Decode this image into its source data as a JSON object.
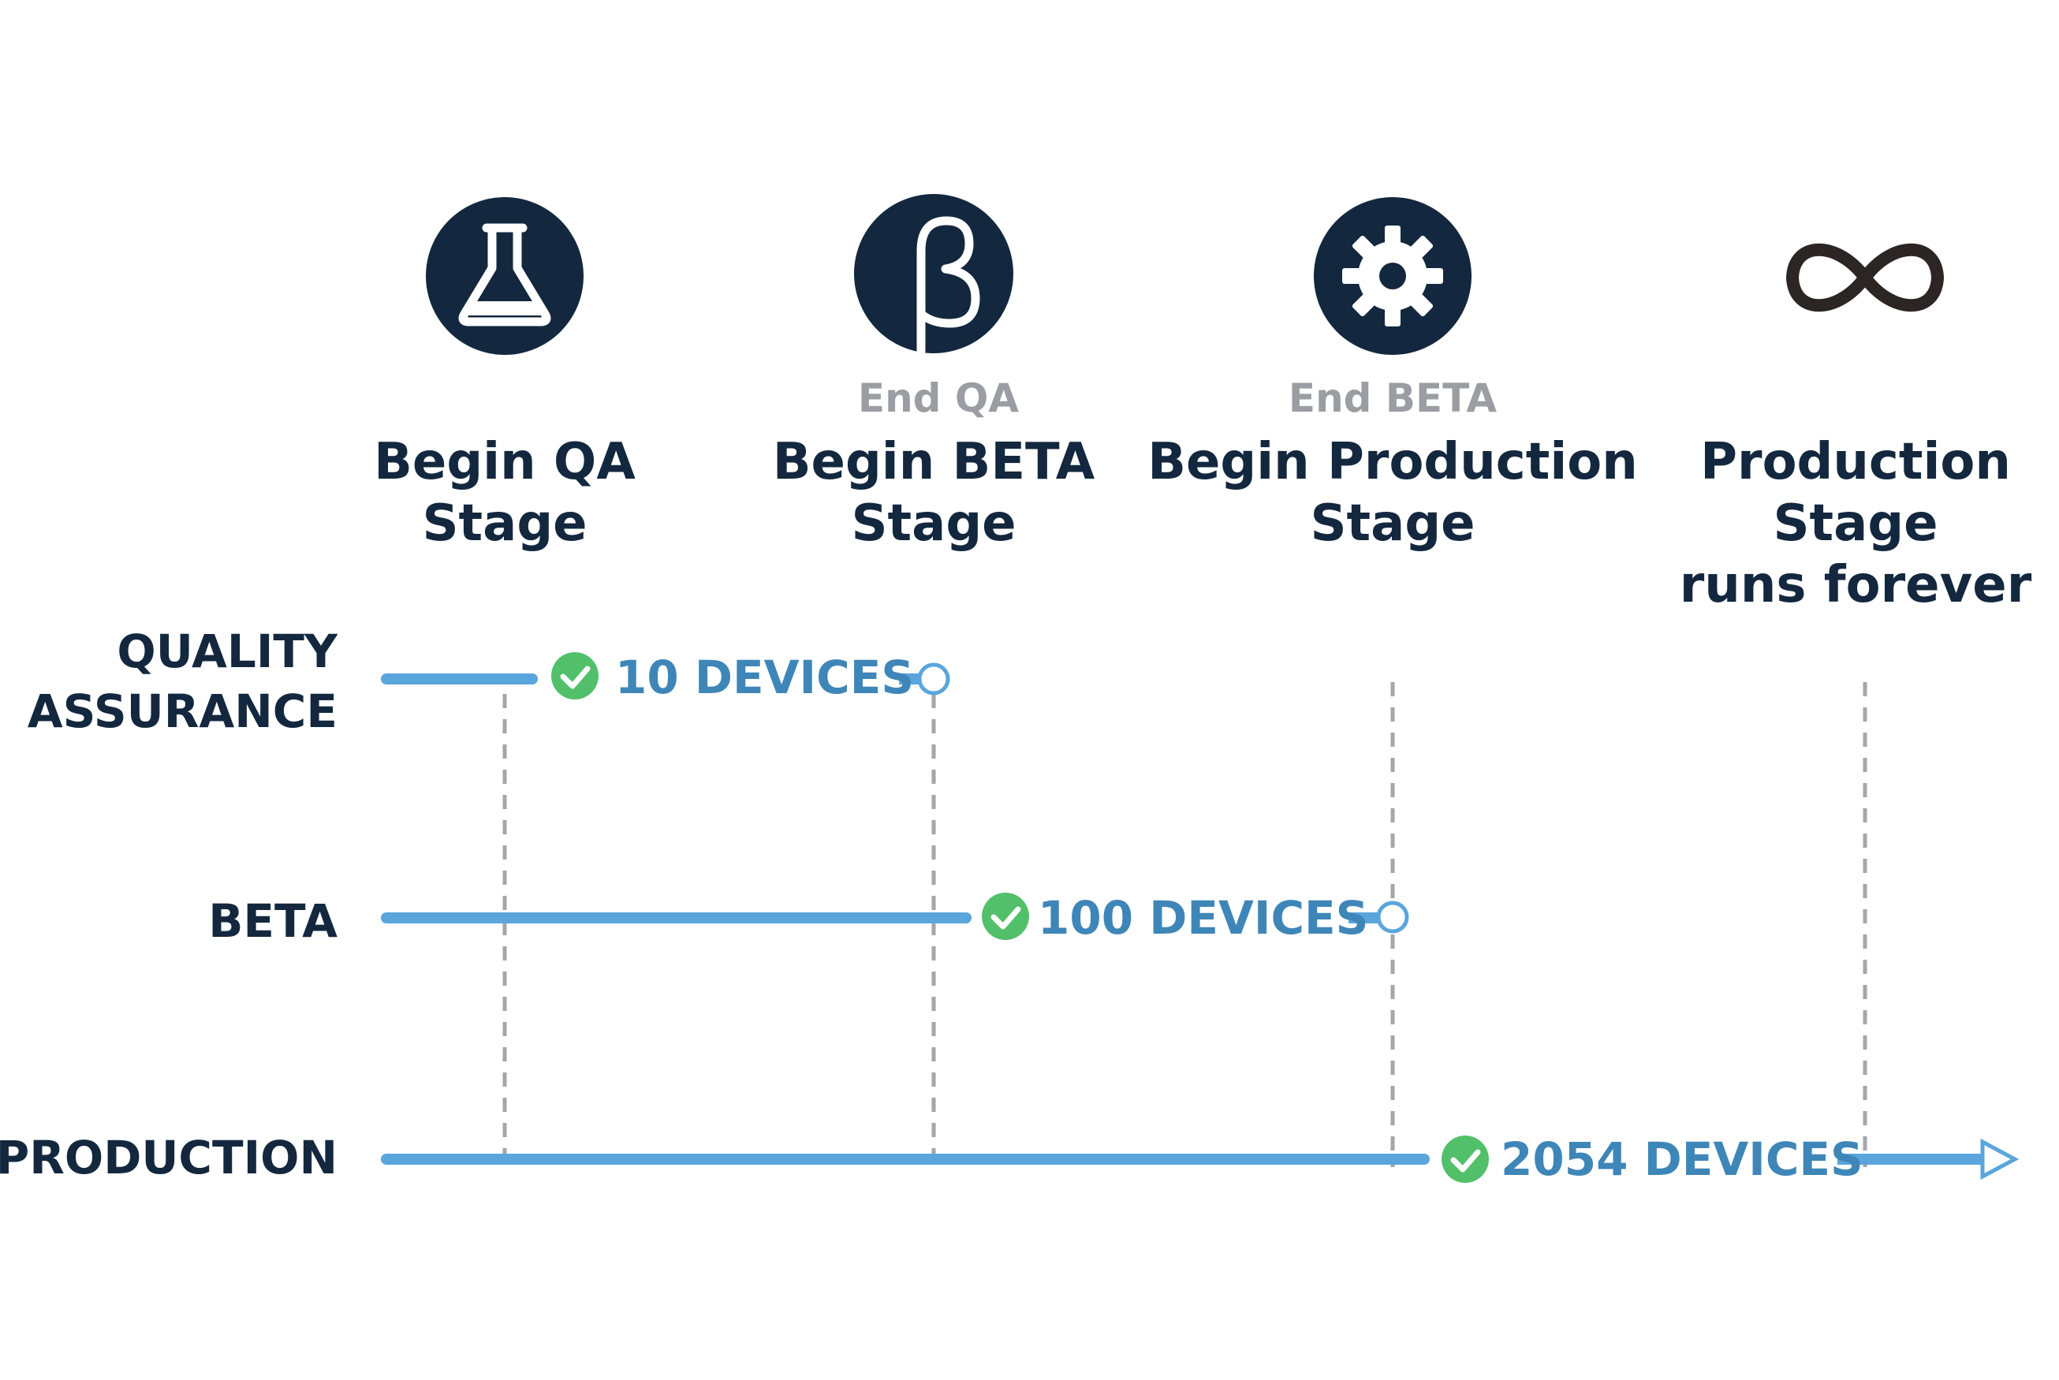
{
  "colors": {
    "icon_fill": "#13283f",
    "title_text": "#13283f",
    "sub_text": "#9a9ea3",
    "track_blue": "#5aa5dc",
    "device_text": "#3f86b8",
    "check_green": "#52c06a",
    "guide_gray": "#a3a6aa"
  },
  "milestones": [
    {
      "icon": "flask-icon",
      "sub": "",
      "title_lines": [
        "Begin QA",
        "Stage"
      ]
    },
    {
      "icon": "beta-icon",
      "sub": "End QA",
      "title_lines": [
        "Begin BETA",
        "Stage"
      ]
    },
    {
      "icon": "gear-icon",
      "sub": "End BETA",
      "title_lines": [
        "Begin Production",
        "Stage"
      ]
    },
    {
      "icon": "infinity-icon",
      "sub": "",
      "title_lines": [
        "Production",
        "Stage",
        "runs forever"
      ]
    }
  ],
  "rows": [
    {
      "label_lines": [
        "QUALITY",
        "ASSURANCE"
      ],
      "devices": "10 DEVICES",
      "end": "open-circle"
    },
    {
      "label_lines": [
        "BETA"
      ],
      "devices": "100 DEVICES",
      "end": "open-circle"
    },
    {
      "label_lines": [
        "PRODUCTION"
      ],
      "devices": "2054 DEVICES",
      "end": "arrow"
    }
  ]
}
